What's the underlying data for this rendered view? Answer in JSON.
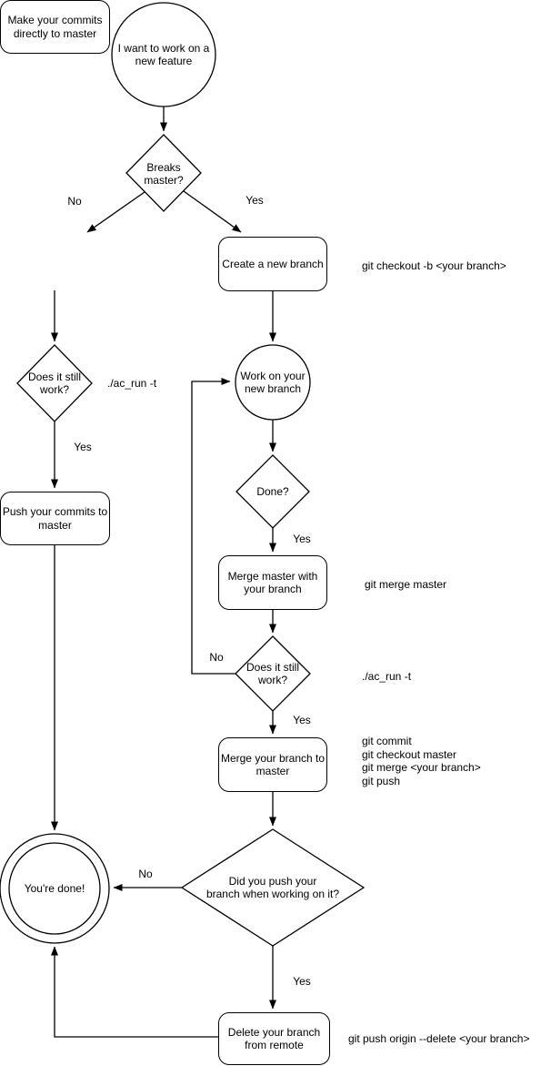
{
  "nodes": {
    "start": {
      "label": "I want to work on a\nnew feature"
    },
    "breaks_master": {
      "label": "Breaks\nmaster?"
    },
    "make_commits": {
      "label": "Make your commits\ndirectly to master"
    },
    "create_branch": {
      "label": "Create a new branch"
    },
    "work_branch": {
      "label": "Work on your\nnew branch"
    },
    "still_work_1": {
      "label": "Does it still\nwork?"
    },
    "push_commits": {
      "label": "Push your commits to\nmaster"
    },
    "done": {
      "label": "Done?"
    },
    "merge_master": {
      "label": "Merge master with\nyour branch"
    },
    "still_work_2": {
      "label": "Does it still\nwork?"
    },
    "merge_branch": {
      "label": "Merge your branch to\nmaster"
    },
    "did_push": {
      "label": "Did you push your\nbranch when working on it?"
    },
    "youre_done": {
      "label": "You're done!"
    },
    "delete_branch": {
      "label": "Delete your branch\nfrom remote"
    }
  },
  "edge_labels": {
    "breaks_no": "No",
    "breaks_yes": "Yes",
    "still1_yes": "Yes",
    "done_yes": "Yes",
    "still2_no": "No",
    "still2_yes": "Yes",
    "didpush_no": "No",
    "didpush_yes": "Yes"
  },
  "annotations": {
    "checkout_cmd": "git checkout -b <your branch>",
    "ac_run_left": "./ac_run -t",
    "merge_master_cmd": "git merge master",
    "ac_run_right": "./ac_run -t",
    "merge_branch_cmds": [
      "git commit",
      "git checkout master",
      "git merge <your branch>",
      "git push"
    ],
    "delete_cmd": "git push origin --delete <your branch>"
  },
  "colors": {
    "stroke": "#000000",
    "fill": "#ffffff",
    "text": "#000000"
  }
}
